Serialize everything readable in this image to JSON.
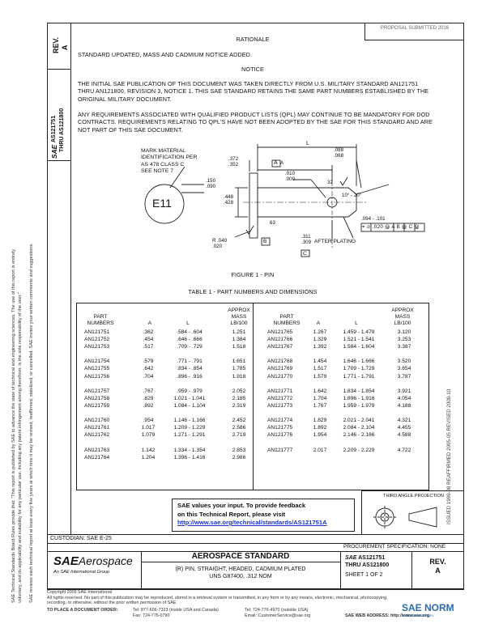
{
  "header": {
    "title_stamp": "PROPOSAL SUBMITTED 2016",
    "rationale_heading": "RATIONALE",
    "rationale_text": "STANDARD UPDATED, MASS AND CADMIUM NOTICE ADDED.",
    "notice_heading": "NOTICE",
    "notice_p1": "THE INITIAL SAE PUBLICATION OF THIS DOCUMENT WAS TAKEN DIRECTLY FROM U.S. MILITARY STANDARD AN121751 THRU AN121800, REVISION 3, NOTICE 1. THIS SAE STANDARD RETAINS THE SAME PART NUMBERS ESTABLISHED BY THE ORIGINAL MILITARY DOCUMENT.",
    "notice_p2": "ANY REQUIREMENTS ASSOCIATED WITH QUALIFIED PRODUCT LISTS (QPL) MAY CONTINUE TO BE MANDATORY FOR DOD CONTRACTS. REQUIREMENTS RELATING TO QPL'S HAVE NOT BEEN ADOPTED BY THE SAE FOR THIS STANDARD AND ARE NOT PART OF THIS SAE DOCUMENT."
  },
  "rev_column": {
    "rev_label": "REV.",
    "rev_value": "A",
    "doc_prefix": "SAE",
    "doc_num": "AS121751",
    "doc_thru": "THRU AS121800"
  },
  "left_margin": {
    "line1": "SAE Technical Standards Board Rules provide that: \"This report is published by SAE to advance the state of technical and engineering sciences. The use of this report is entirely",
    "line2": "voluntary, and its applicability and suitability for any particular use, including any patent infringement arising therefrom, is the sole responsibility of the user.\"",
    "line3": "SAE reviews each technical report at least every five years at which time it may be revised, reaffirmed, stabilized, or cancelled. SAE invites your written comments and suggestions."
  },
  "right_margin": {
    "dates": "ISSUED 1999-08     REAFFIRMED 2005-05     REVISED 2009-10"
  },
  "figure": {
    "caption": "FIGURE 1 - PIN",
    "mark_note_l1": "MARK MATERIAL",
    "mark_note_l2": "IDENTIFICATION PER",
    "mark_note_l3": "AS 478 CLASS C",
    "mark_note_l4": "SEE NOTE 7",
    "head_mark": "E11",
    "dim_L": "L",
    "dim_A": "A",
    "dim_372": ".372",
    "dim_352": ".352",
    "dim_150": ".150",
    "dim_090": ".090",
    "dim_448": ".448",
    "dim_428": ".428",
    "dim_010": ".010",
    "dim_000": ".000",
    "dim_088": ".088",
    "dim_068": ".068",
    "dim_r040": "R .040",
    "dim_020": ".020",
    "dim_63": "63",
    "dim_32": "32",
    "dim_angle": "10° - 20°",
    "dim_094": ".094 - .101",
    "dim_311": ".311",
    "dim_309": ".309",
    "after_plating": "AFTER PLATING",
    "datum_B": "B",
    "datum_C": "C",
    "fcf": "⌖ ∅ .020 Ⓜ A B Ⓜ C Ⓜ"
  },
  "table": {
    "title": "TABLE 1 - PART NUMBERS AND DIMENSIONS",
    "headers": {
      "part": "PART",
      "numbers": "NUMBERS",
      "a": "A",
      "l": "L",
      "approx": "APPROX",
      "mass": "MASS",
      "lb100": "LB/100"
    },
    "left_part": [
      "AN121751",
      "AN121752",
      "AN121753",
      "",
      "AN121754",
      "AN121755",
      "AN121756",
      "",
      "AN121757",
      "AN121758",
      "AN121759",
      "",
      "AN121760",
      "AN121761",
      "AN121762",
      "",
      "AN121763",
      "AN121764"
    ],
    "left_a": [
      ".362",
      ".454",
      ".517",
      "",
      ".579",
      ".642",
      ".704",
      "",
      ".767",
      ".829",
      ".892",
      "",
      ".954",
      "1.017",
      "1.079",
      "",
      "1.142",
      "1.204"
    ],
    "left_l": [
      ".584 - .604",
      ".646 - .666",
      ".709 - .729",
      "",
      ".771 - .791",
      ".834 - .854",
      ".896 - .916",
      "",
      ".959 - .979",
      "1.021 - 1.041",
      "1.084 - 1.104",
      "",
      "1.146 - 1.166",
      "1.209 - 1.229",
      "1.271 - 1.291",
      "",
      "1.334 - 1.354",
      "1.396 - 1.416"
    ],
    "left_mass": [
      "1.251",
      "1.384",
      "1.518",
      "",
      "1.651",
      "1.785",
      "1.918",
      "",
      "2.052",
      "2.185",
      "2.319",
      "",
      "2.452",
      "2.586",
      "2.719",
      "",
      "2.853",
      "2.986"
    ],
    "right_part": [
      "AN121765",
      "AN121766",
      "AN121767",
      "",
      "AN121768",
      "AN121769",
      "AN121770",
      "",
      "AN121771",
      "AN121772",
      "AN121773",
      "",
      "AN121774",
      "AN121775",
      "AN121776",
      "",
      "AN121777",
      ""
    ],
    "right_a": [
      "1.267",
      "1.329",
      "1.392",
      "",
      "1.454",
      "1.517",
      "1.579",
      "",
      "1.642",
      "1.704",
      "1.767",
      "",
      "1.829",
      "1.892",
      "1.954",
      "",
      "2.017",
      ""
    ],
    "right_l": [
      "1.459 - 1.479",
      "1.521 - 1.541",
      "1.584 - 1.604",
      "",
      "1.646 - 1.666",
      "1.709 - 1.729",
      "1.771 - 1.791",
      "",
      "1.834 - 1.854",
      "1.896 - 1.916",
      "1.959 - 1.979",
      "",
      "2.021 - 2.041",
      "2.084 - 2.104",
      "2.146 - 2.166",
      "",
      "2.209 - 2.229",
      ""
    ],
    "right_mass": [
      "3.120",
      "3.253",
      "3.387",
      "",
      "3.520",
      "3.654",
      "3.787",
      "",
      "3.921",
      "4.054",
      "4.188",
      "",
      "4.321",
      "4.455",
      "4.588",
      "",
      "4.722",
      ""
    ]
  },
  "feedback": {
    "line1": "SAE values your input. To provide feedback",
    "line2": "on this Technical Report, please visit",
    "link": "http://www.sae.org/technical/standards/AS121751A"
  },
  "third_angle": {
    "label": "THIRD ANGLE PROJECTION"
  },
  "footer": {
    "custodian": "CUSTODIAN: SAE E-25",
    "procurement": "PROCUREMENT SPECIFICATION: NONE",
    "logo_sae": "SAE",
    "logo_aero": "Aerospace",
    "logo_sub": "An SAE International Group",
    "std_title": "AEROSPACE STANDARD",
    "desc1": "(R) PIN, STRAIGHT, HEADED, CADMIUM PLATED",
    "desc2": "UNS G87400, .312 NOM",
    "doc_sae": "SAE",
    "doc_num": "AS121751",
    "doc_thru": "THRU AS121800",
    "sheet": "SHEET 1 OF 2",
    "rev_label": "REV.",
    "rev_value": "A",
    "copyright1": "Copyright 2009 SAE International",
    "copyright2": "All rights reserved. No part of this publication may be reproduced, stored in a retrieval system or transmitted, in any form or by any means, electronic, mechanical, photocopying,",
    "copyright3": "recording, or otherwise, without the prior written permission of SAE.",
    "order_label": "TO PLACE A DOCUMENT ORDER:",
    "tel1": "Tel: 877-606-7323 (inside USA and Canada)",
    "tel2": "Tel: 724-776-4970 (outside USA)",
    "fax": "Fax: 724-776-0790",
    "email": "Email: CustomerService@sae.org",
    "web": "SAE WEB ADDRESS: http://www.sae.org",
    "watermark": "SAE NORM",
    "watermark_sub": "www.saenorm.com"
  }
}
